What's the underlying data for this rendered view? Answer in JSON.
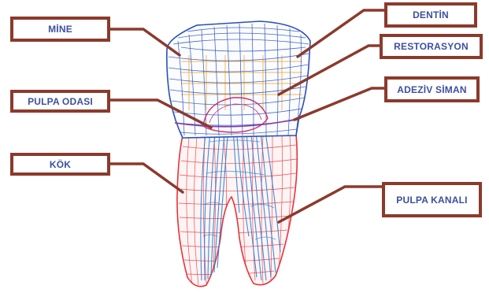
{
  "labels": {
    "mine": "MİNE",
    "pulpa_odasi": "PULPA ODASI",
    "kok": "KÖK",
    "dentin": "DENTİN",
    "restorasyon": "RESTORASYON",
    "adeziv_siman": "ADEZİV SİMAN",
    "pulpa_kanali": "PULPA KANALI"
  },
  "colors": {
    "frame": "#8b3a2c",
    "label_text": "#3d4fa0",
    "enamel_mesh": "#2a4fb8",
    "root_mesh": "#e8323a",
    "canal_mesh": "#2a7fd4",
    "restoration_mesh": "#f0b040"
  }
}
